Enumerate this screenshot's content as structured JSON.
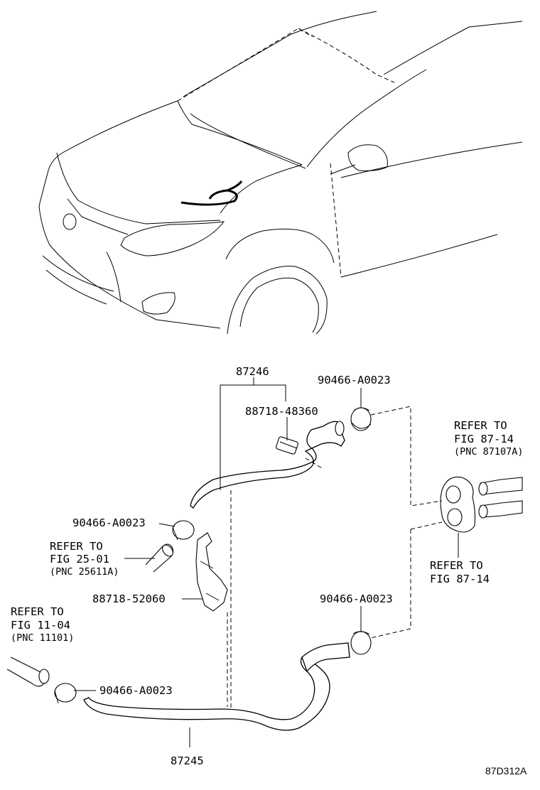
{
  "labels": {
    "p87246": "87246",
    "p88718_48360": "88718-48360",
    "clamp_top": "90466-A0023",
    "refer_87107": {
      "line1": "REFER TO",
      "line2": "FIG 87-14",
      "line3": "(PNC 87107A)"
    },
    "clamp_left": "90466-A0023",
    "refer_25611": {
      "line1": "REFER TO",
      "line2": "FIG 25-01",
      "line3": "(PNC 25611A)"
    },
    "refer_8714": {
      "line1": "REFER TO",
      "line2": "FIG 87-14"
    },
    "p88718_52060": "88718-52060",
    "clamp_right": "90466-A0023",
    "refer_11101": {
      "line1": "REFER TO",
      "line2": "FIG 11-04",
      "line3": "(PNC 11101)"
    },
    "clamp_bottom": "90466-A0023",
    "p87245": "87245",
    "figure_id": "87D312A"
  }
}
